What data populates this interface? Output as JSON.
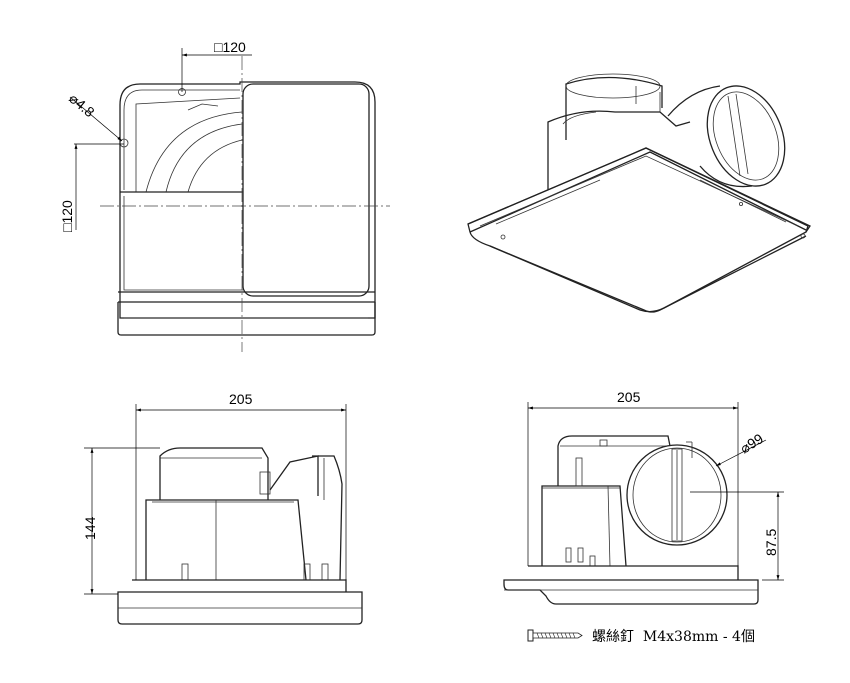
{
  "top_view": {
    "dim_cut": "□120",
    "dim_hole": "⌀4.8",
    "dim_side": "□120"
  },
  "side_view": {
    "dim_width": "205",
    "dim_height": "144"
  },
  "front_view": {
    "dim_width": "205",
    "dim_duct": "⌀99",
    "dim_duct_height": "87.5"
  },
  "accessory": {
    "caption": "螺絲釘  M4x38mm - 4個",
    "icon": "screw-icon"
  }
}
